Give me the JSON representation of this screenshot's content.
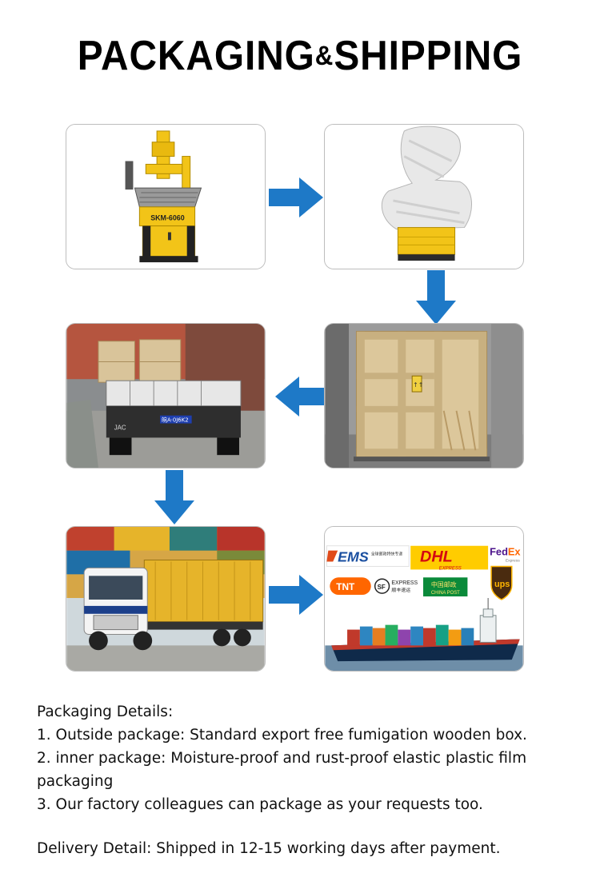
{
  "header": {
    "title_left": "PACKAGING",
    "title_amp": "&",
    "title_right": "SHIPPING"
  },
  "machine_panel": {
    "model_label": "SKM-6060"
  },
  "truck_panel": {
    "plate": "皖A·0J6K2",
    "brand": "JAC"
  },
  "crate_panel": {
    "marks": "↑↑"
  },
  "logistics_panel": {
    "ems": "EMS",
    "ems_cn": "全球邮政特快专递",
    "dhl": "DHL",
    "dhl_sub": "EXPRESS",
    "fedex_fed": "Fed",
    "fedex_ex": "Ex",
    "fedex_sub": "Express",
    "tnt": "TNT",
    "sf": "SF",
    "sf_label": "EXPRESS",
    "sf_cn": "顺丰速运",
    "china_post": "中国邮政",
    "china_post_en": "CHINA POST",
    "ups": "ups"
  },
  "colors": {
    "arrow": "#1e79c7",
    "machine_yellow": "#f2c418",
    "crate_wood": "#d9c49a",
    "truck_cab": "#f4f4f4",
    "container_yellow": "#e6b42a"
  },
  "details": {
    "heading": "Packaging Details",
    "heading_suffix": ":",
    "items": [
      "1. Outside package: Standard export free fumigation wooden box.",
      "2. inner package: Moisture-proof and rust-proof elastic plastic film packaging",
      "3. Our factory colleagues can package as your requests too."
    ]
  },
  "delivery": {
    "label": "Delivery Detail",
    "text": ": Shipped in 12-15 working days after payment."
  }
}
